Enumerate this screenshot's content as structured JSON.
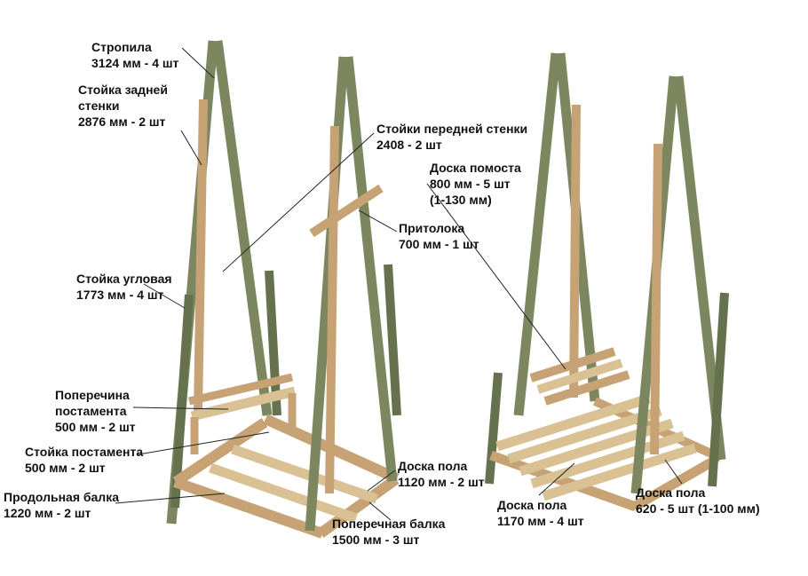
{
  "diagram": {
    "labels": [
      {
        "name": "rafters",
        "lines": [
          "Стропила",
          "3124 мм - 4 шт"
        ]
      },
      {
        "name": "back-wall-post",
        "lines": [
          "Стойка задней",
          "стенки",
          "2876 мм - 2 шт"
        ]
      },
      {
        "name": "front-wall-posts",
        "lines": [
          "Стойки передней стенки",
          "2408 - 2 шт"
        ]
      },
      {
        "name": "platform-board",
        "lines": [
          "Доска помоста",
          "800 мм - 5 шт",
          "(1-130 мм)"
        ]
      },
      {
        "name": "lintel",
        "lines": [
          "Притолока",
          "700 мм - 1 шт"
        ]
      },
      {
        "name": "corner-post",
        "lines": [
          "Стойка угловая",
          "1773 мм - 4 шт"
        ]
      },
      {
        "name": "pedestal-crossbar",
        "lines": [
          "Поперечина",
          "постамента",
          "500 мм - 2 шт"
        ]
      },
      {
        "name": "pedestal-post",
        "lines": [
          "Стойка постамента",
          "500 мм - 2 шт"
        ]
      },
      {
        "name": "longitudinal-beam",
        "lines": [
          "Продольная балка",
          "1220 мм - 2 шт"
        ]
      },
      {
        "name": "floor-board-left",
        "lines": [
          "Доска пола",
          "1120 мм - 2 шт"
        ]
      },
      {
        "name": "transverse-beam",
        "lines": [
          "Поперечная балка",
          "1500 мм - 3 шт"
        ]
      },
      {
        "name": "floor-board-right-long",
        "lines": [
          "Доска пола",
          "1170 мм - 4 шт"
        ]
      },
      {
        "name": "floor-board-right-short",
        "lines": [
          "Доска пола",
          "620 - 5 шт (1-100 мм)"
        ]
      }
    ],
    "colors": {
      "wood_green": "#7d875f",
      "wood_green_dark": "#66714e",
      "wood_tan": "#c6a274",
      "wood_tan_light": "#d9c193",
      "leader": "#222222",
      "background": "#ffffff"
    }
  }
}
